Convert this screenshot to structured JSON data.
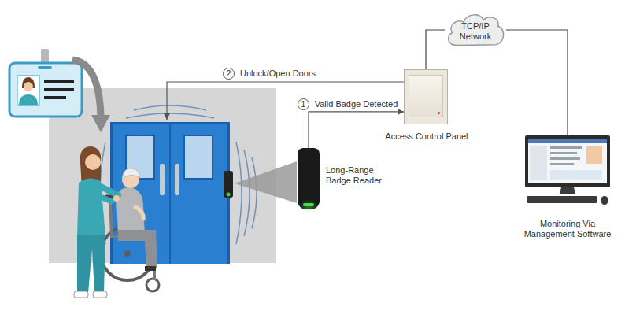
{
  "diagram": {
    "nodes": [
      {
        "text": [
          "TCP/IP Network"
        ]
      },
      {
        "text": [
          "Access Control Panel"
        ]
      },
      {
        "text": [
          "Long-Range Badge Reader"
        ]
      },
      {
        "text": [
          "Monitoring Via Management Software"
        ]
      }
    ],
    "edges": [
      {
        "from": 0,
        "to": 1,
        "arrow": "none"
      },
      {
        "from": 0,
        "to": 3,
        "arrow": "none"
      },
      {
        "from": 2,
        "to": 1,
        "arrow": "to",
        "label": "Valid Badge Detected"
      }
    ],
    "labels": [
      "1",
      "2",
      "Unlock/Open Doors"
    ]
  }
}
